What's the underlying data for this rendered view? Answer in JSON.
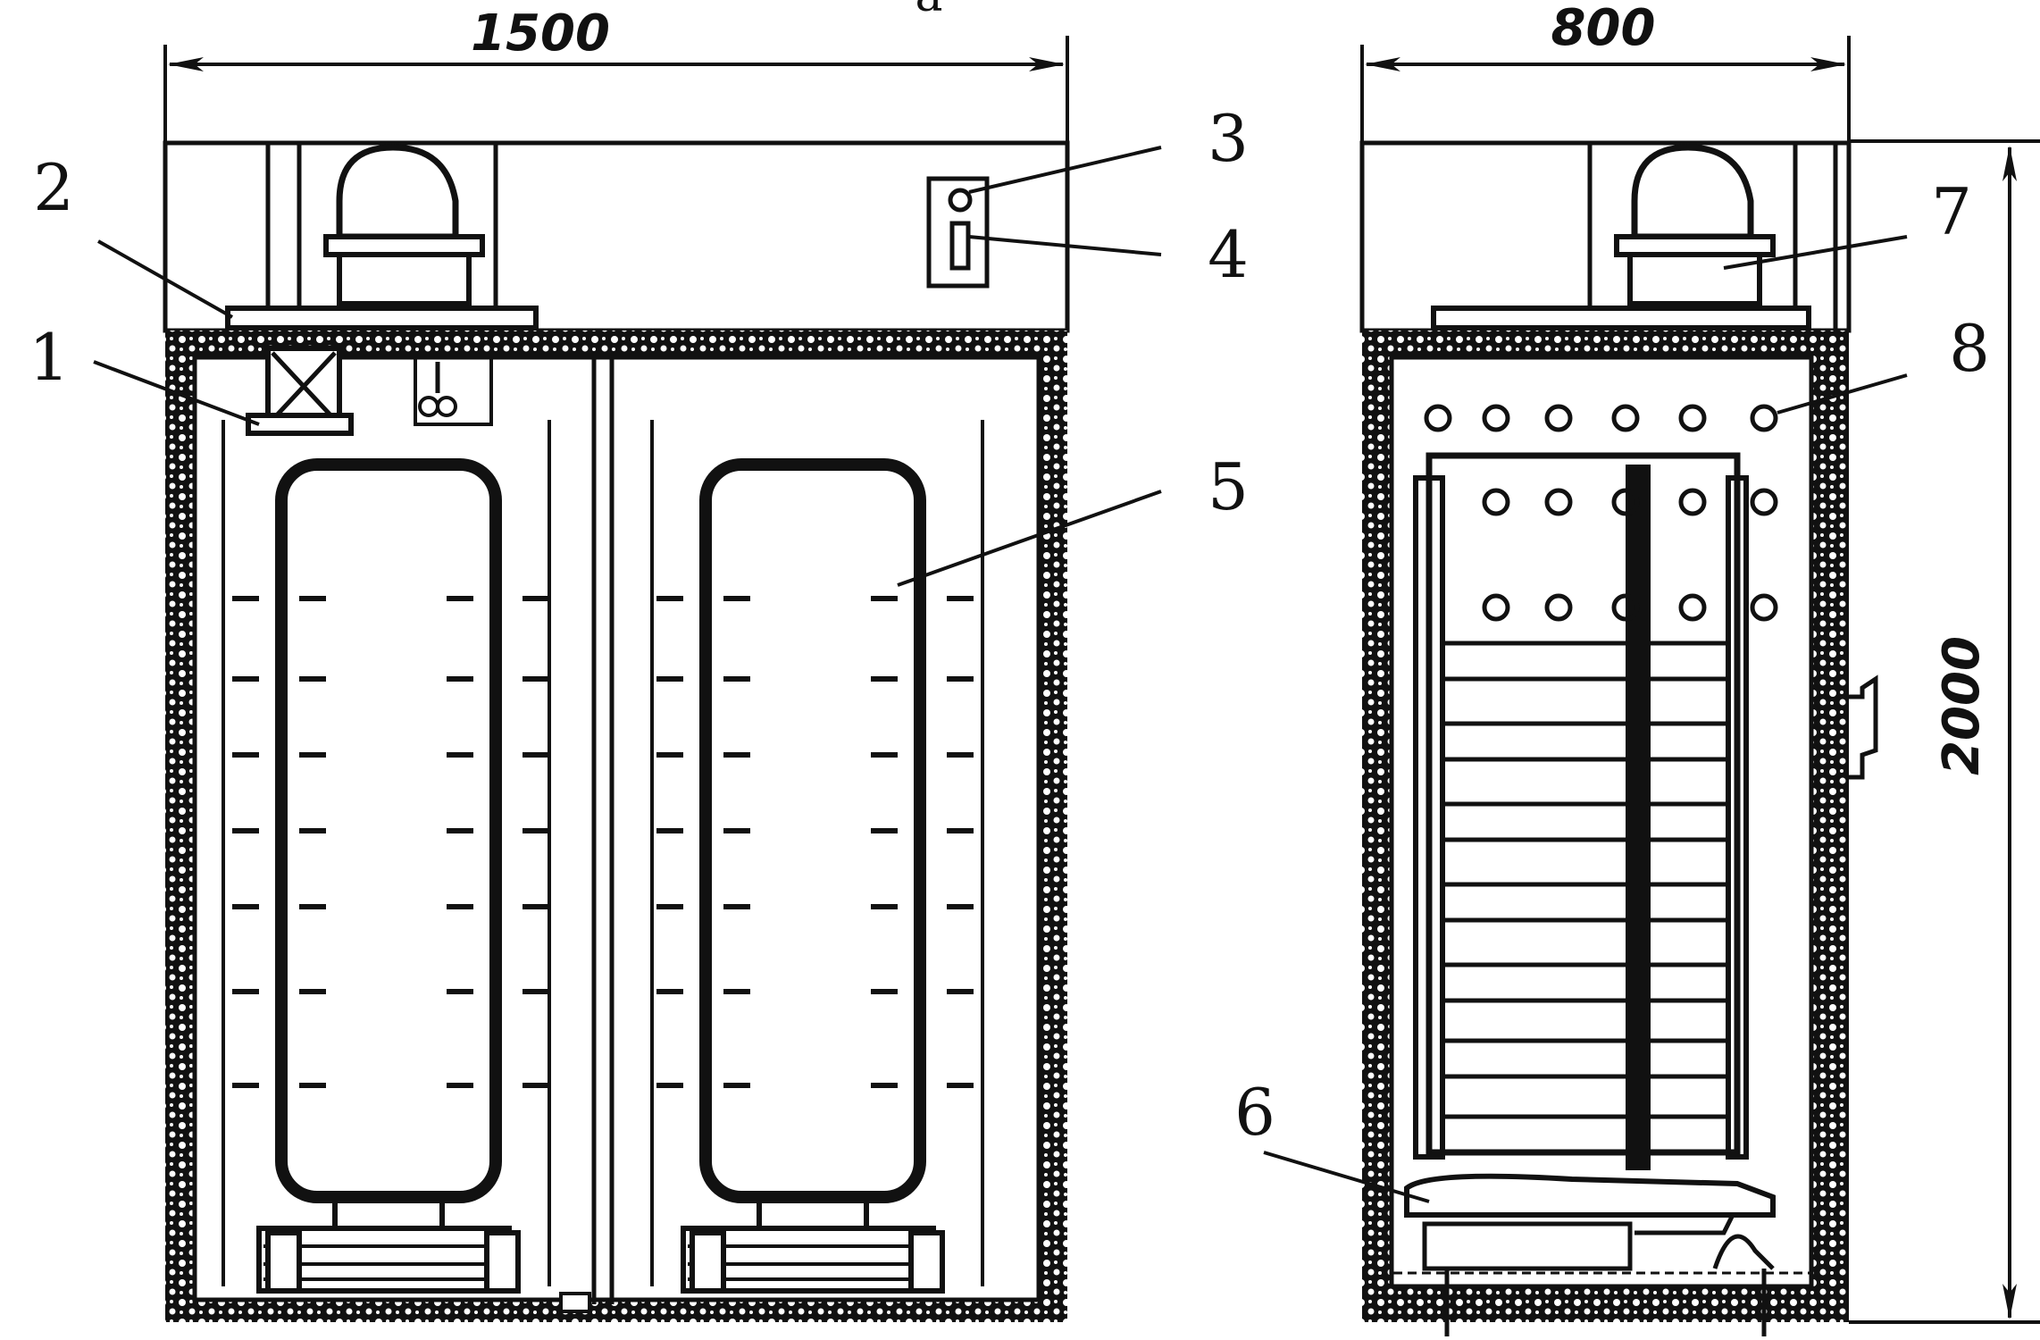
{
  "figure": {
    "letter": "a",
    "dimensions": {
      "width_front": "1500",
      "width_side": "800",
      "height": "2000"
    },
    "callouts": [
      "1",
      "2",
      "3",
      "4",
      "5",
      "6",
      "7",
      "8"
    ]
  }
}
